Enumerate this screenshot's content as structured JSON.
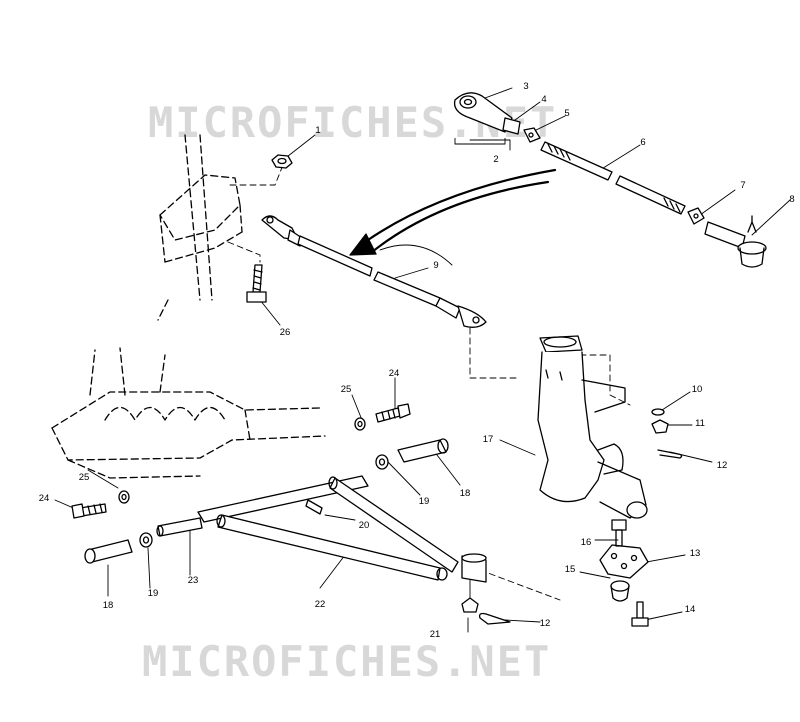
{
  "watermark": {
    "text": "MICROFICHES.NET",
    "color": "#d4d4d4"
  },
  "callouts": [
    {
      "id": "c1",
      "label": "1"
    },
    {
      "id": "c2",
      "label": "2"
    },
    {
      "id": "c3",
      "label": "3"
    },
    {
      "id": "c4",
      "label": "4"
    },
    {
      "id": "c5",
      "label": "5"
    },
    {
      "id": "c6",
      "label": "6"
    },
    {
      "id": "c7",
      "label": "7"
    },
    {
      "id": "c8",
      "label": "8"
    },
    {
      "id": "c9",
      "label": "9"
    },
    {
      "id": "c10",
      "label": "10"
    },
    {
      "id": "c11",
      "label": "11"
    },
    {
      "id": "c12a",
      "label": "12"
    },
    {
      "id": "c12b",
      "label": "12"
    },
    {
      "id": "c13",
      "label": "13"
    },
    {
      "id": "c14",
      "label": "14"
    },
    {
      "id": "c15",
      "label": "15"
    },
    {
      "id": "c16",
      "label": "16"
    },
    {
      "id": "c17",
      "label": "17"
    },
    {
      "id": "c18a",
      "label": "18"
    },
    {
      "id": "c18b",
      "label": "18"
    },
    {
      "id": "c19a",
      "label": "19"
    },
    {
      "id": "c19b",
      "label": "19"
    },
    {
      "id": "c20",
      "label": "20"
    },
    {
      "id": "c21",
      "label": "21"
    },
    {
      "id": "c22",
      "label": "22"
    },
    {
      "id": "c23",
      "label": "23"
    },
    {
      "id": "c24a",
      "label": "24"
    },
    {
      "id": "c24b",
      "label": "24"
    },
    {
      "id": "c25a",
      "label": "25"
    },
    {
      "id": "c25b",
      "label": "25"
    },
    {
      "id": "c26",
      "label": "26"
    }
  ]
}
